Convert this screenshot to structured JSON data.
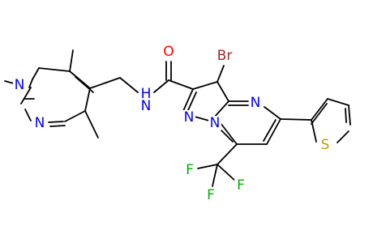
{
  "colors": {
    "carbon_bond": "#000000",
    "nitrogen": "#0000ff",
    "oxygen": "#ff0000",
    "bromine": "#a52a2a",
    "sulfur": "#b8a000",
    "fluorine": "#00b000",
    "background": "#ffffff"
  },
  "atoms": {
    "o": "O",
    "br": "Br",
    "nh": "N",
    "nh_h": "H",
    "n_pyrazole1": "N",
    "n_pyrazole2": "N",
    "n_fused_top": "N",
    "n_fused_bottom": "N",
    "n_fused_ring": "N",
    "s": "S",
    "f1": "F",
    "f2": "F",
    "f3": "F"
  }
}
